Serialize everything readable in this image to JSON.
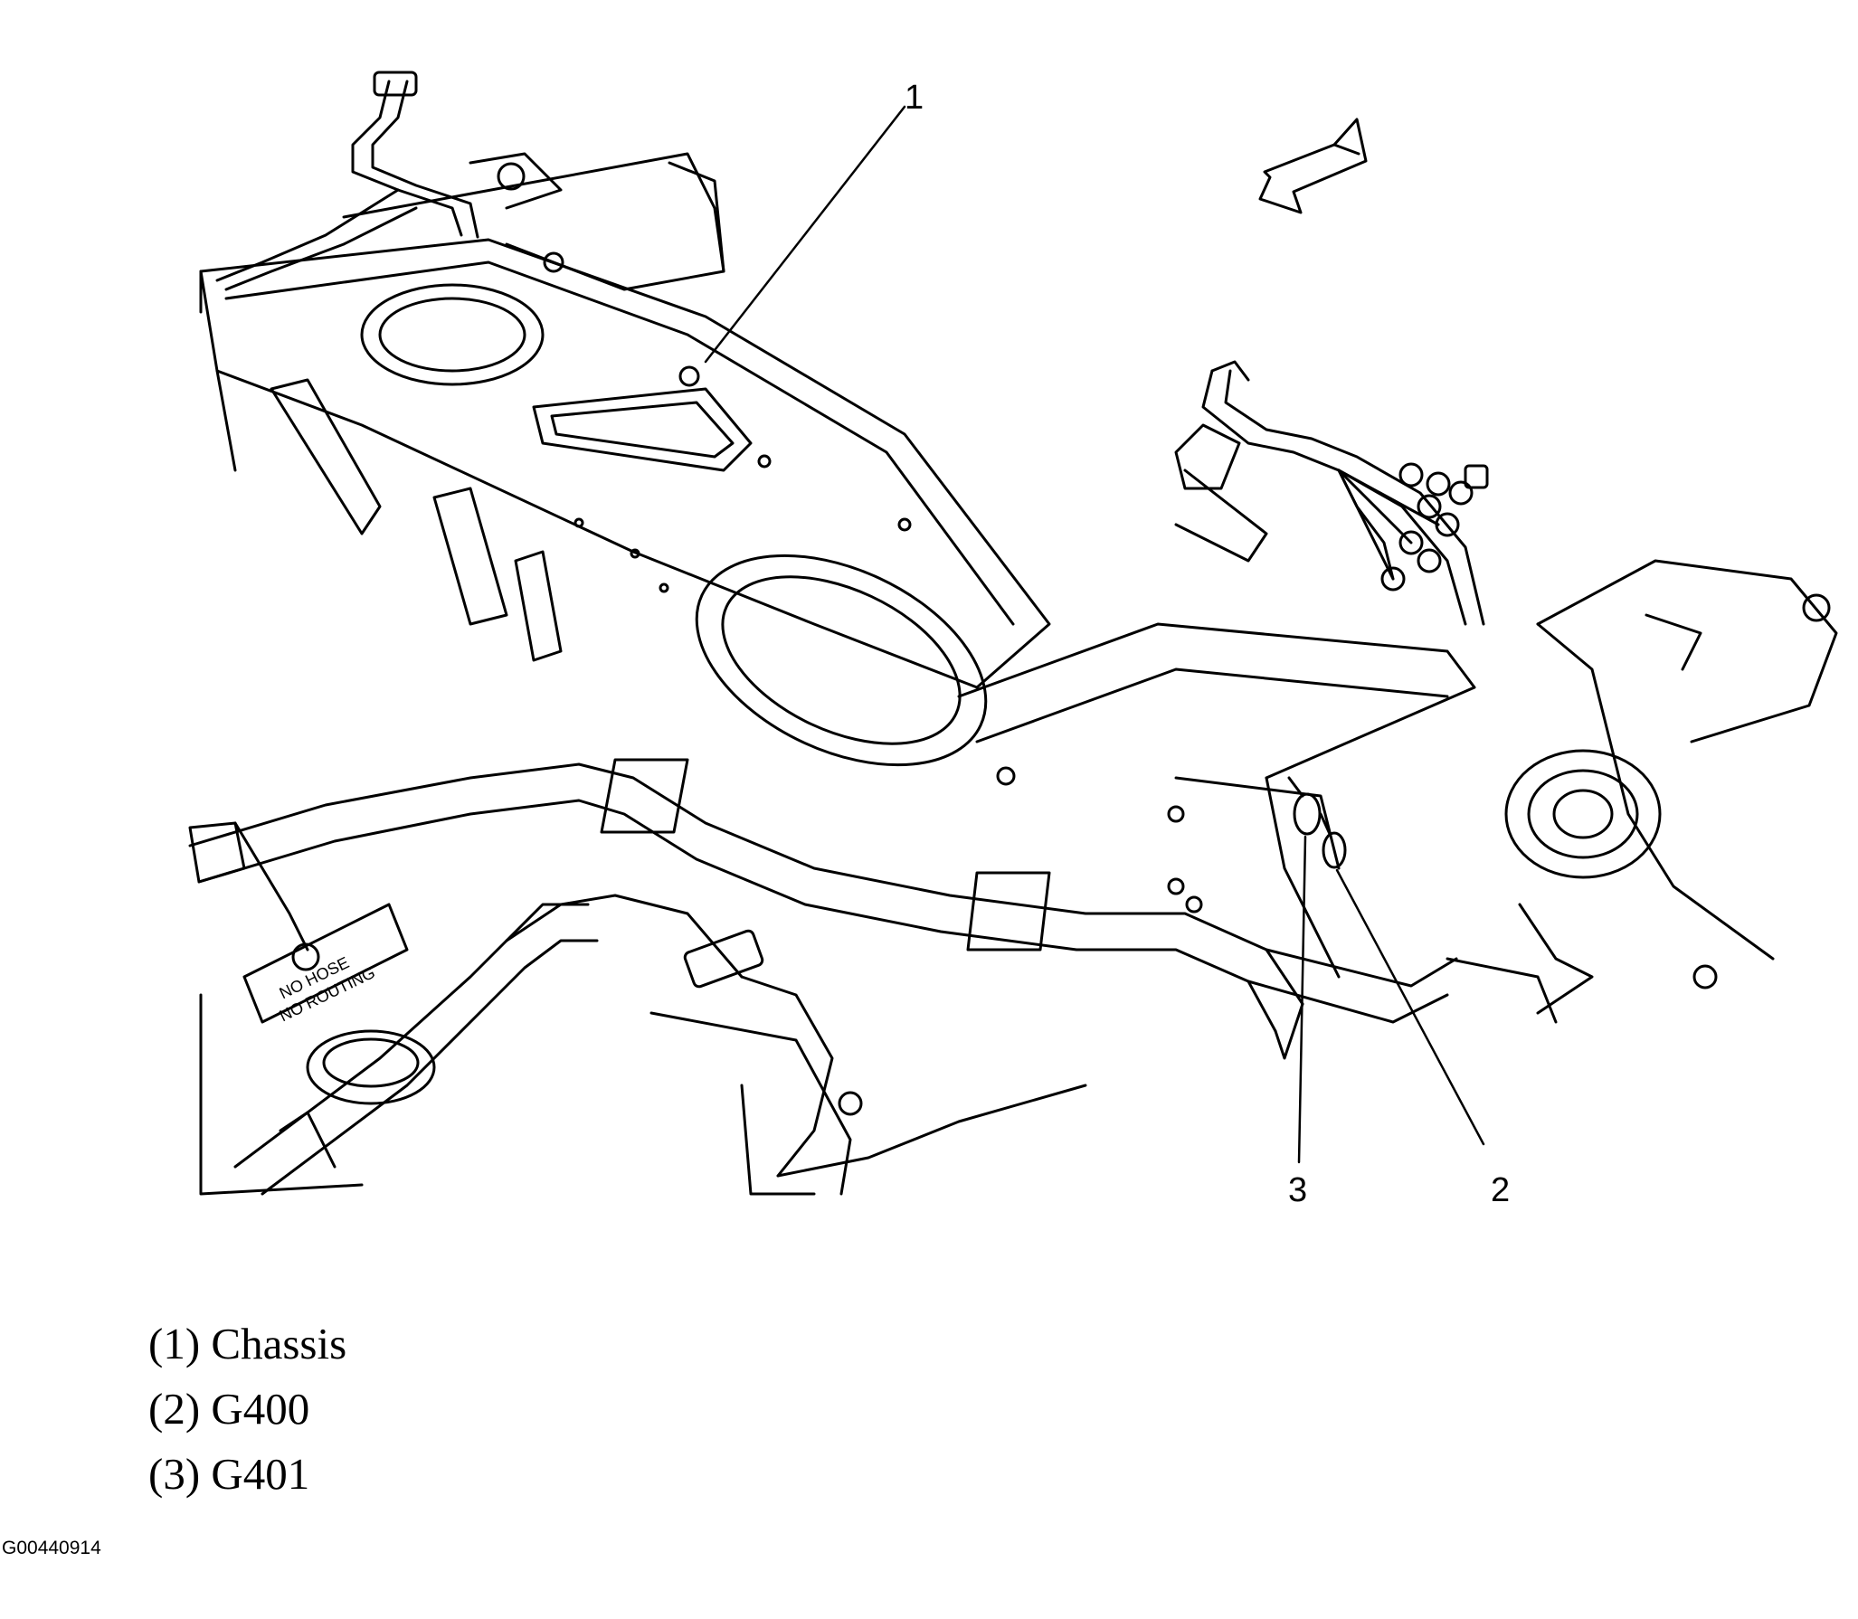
{
  "callouts": [
    {
      "number": "1"
    },
    {
      "number": "3"
    },
    {
      "number": "2"
    }
  ],
  "legend": [
    {
      "text": "(1) Chassis"
    },
    {
      "text": "(2) G400"
    },
    {
      "text": "(3) G401"
    }
  ],
  "figure_code": "G00440914",
  "colors": {
    "line": "#000000",
    "background": "#ffffff"
  }
}
